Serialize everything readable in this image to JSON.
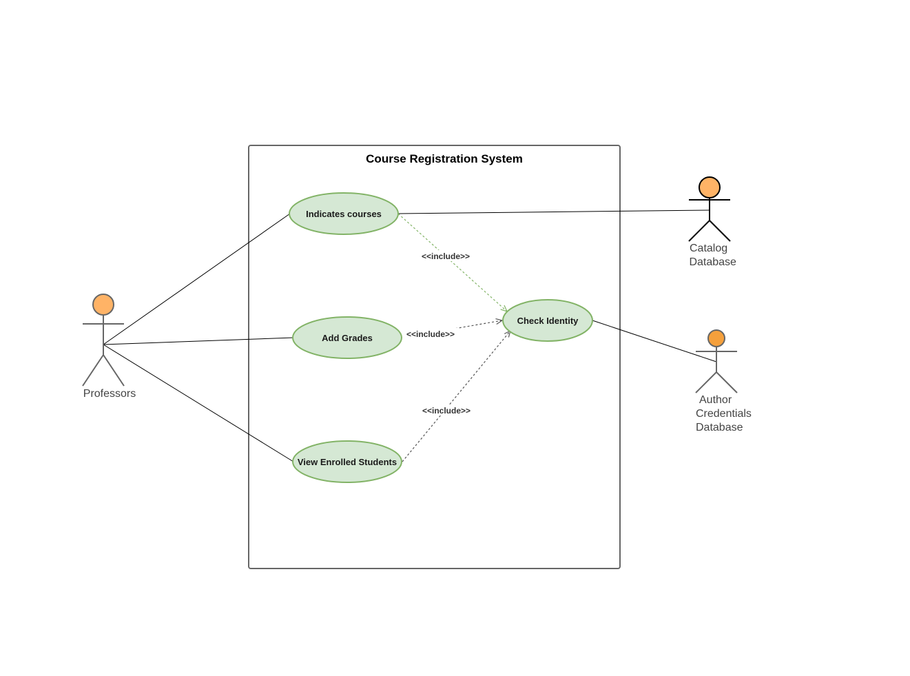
{
  "colors": {
    "usecase_fill": "#d5e8d4",
    "usecase_stroke": "#82b366",
    "actor_head": "#ffb366",
    "actor_head_alt": "#f5a03c",
    "boundary_stroke": "#666666",
    "line": "#000000",
    "include_line": "#555555",
    "include_line_green": "#82b366"
  },
  "system": {
    "title": "Course Registration System"
  },
  "usecases": {
    "indicates_courses": "Indicates courses",
    "add_grades": "Add Grades",
    "view_enrolled": "View Enrolled Students",
    "check_identity": "Check Identity"
  },
  "relations": {
    "include_1": "<<include>>",
    "include_2": "<<include>>",
    "include_3": "<<include>>"
  },
  "actors": {
    "professors": {
      "lines": [
        "Professors"
      ]
    },
    "catalog": {
      "lines": [
        "Catalog",
        " Database"
      ]
    },
    "author": {
      "lines": [
        "Author",
        "Credentials",
        "Database"
      ]
    }
  }
}
